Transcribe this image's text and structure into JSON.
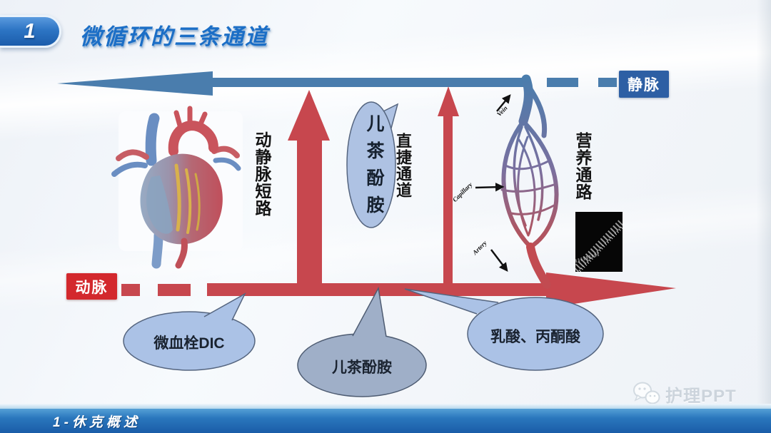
{
  "slide": {
    "badge_number": "1",
    "title": "微循环的三条通道",
    "footer_text": "1-休克概述",
    "watermark_text": "护理PPT"
  },
  "diagram": {
    "vein_box_label": "静脉",
    "artery_box_label": "动脉",
    "pathway_labels": {
      "av_shunt": "动静脉短路",
      "direct_channel": "直捷通道",
      "nutrient_channel": "营养通路"
    },
    "vessel_annotations": {
      "vein": "Vein",
      "capillary": "Capillary",
      "artery": "Artery"
    },
    "catecholamine_balloon": "儿茶酚胺",
    "callouts": {
      "microthrombus": "微血栓DIC",
      "catecholamine": "儿茶酚胺",
      "lactic_pyruvic": "乳酸、丙酮酸"
    },
    "colors": {
      "vein_blue": "#4a7dad",
      "vein_box_bg": "#2d5fa4",
      "artery_red": "#c7474e",
      "artery_box_bg": "#d3282d",
      "balloon_fill": "#aec2e3",
      "gray_bubble_fill": "#9fafc8",
      "light_bubble_fill": "#abc2e6",
      "footer_bar_blue": "#1d64ae",
      "title_blue": "#1b6ec6"
    }
  }
}
